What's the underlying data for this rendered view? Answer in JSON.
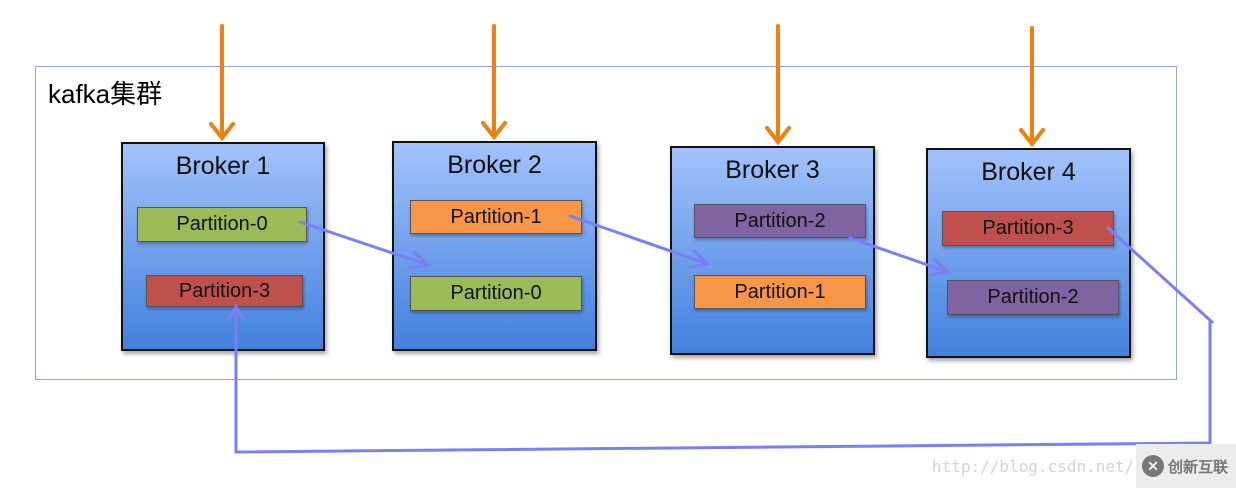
{
  "cluster": {
    "title": "kafka集群"
  },
  "brokers": [
    {
      "name": "Broker 1",
      "partitions": [
        {
          "label": "Partition-0",
          "color": "#9bbb59"
        },
        {
          "label": "Partition-3",
          "color": "#c0504d"
        }
      ]
    },
    {
      "name": "Broker 2",
      "partitions": [
        {
          "label": "Partition-1",
          "color": "#f79646"
        },
        {
          "label": "Partition-0",
          "color": "#9bbb59"
        }
      ]
    },
    {
      "name": "Broker 3",
      "partitions": [
        {
          "label": "Partition-2",
          "color": "#8064a2"
        },
        {
          "label": "Partition-1",
          "color": "#f79646"
        }
      ]
    },
    {
      "name": "Broker 4",
      "partitions": [
        {
          "label": "Partition-3",
          "color": "#c0504d"
        },
        {
          "label": "Partition-2",
          "color": "#8064a2"
        }
      ]
    }
  ],
  "colors": {
    "input_arrow": "#f07f12",
    "replication_arrow": "#7b7ff5",
    "cluster_border": "#8fa5f0"
  },
  "watermark": {
    "url": "http://blog.csdn.net/",
    "logo_text": "创新互联"
  }
}
